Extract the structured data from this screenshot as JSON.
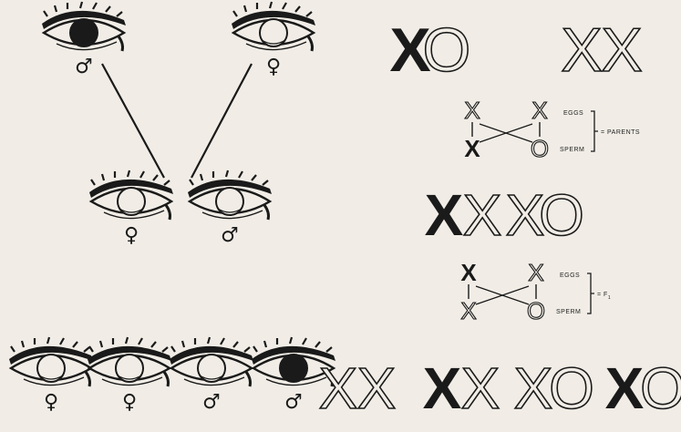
{
  "colors": {
    "ink": "#1a1a1a",
    "paper": "#f1ede6",
    "outline_fill": "#f1ede6"
  },
  "top": {
    "left_eye": {
      "sex": "male",
      "sex_symbol": "♂",
      "iris": "dark",
      "chromosomes": "XO"
    },
    "right_eye": {
      "sex": "female",
      "sex_symbol": "♀",
      "iris": "light",
      "chromosomes": "XX"
    },
    "left_chrom": [
      {
        "char": "X",
        "style": "solid"
      },
      {
        "char": "O",
        "style": "outline"
      }
    ],
    "right_chrom": [
      {
        "char": "X",
        "style": "outline"
      },
      {
        "char": "X",
        "style": "outline"
      }
    ]
  },
  "cross1": {
    "eggs_label": "EGGS",
    "sperm_label": "SPERM",
    "bracket_label": "= PARENTS",
    "left_top": {
      "char": "X",
      "style": "thin"
    },
    "left_bottom": {
      "char": "X",
      "style": "solid"
    },
    "right_top": {
      "char": "X",
      "style": "thin"
    },
    "right_bottom": {
      "char": "O",
      "style": "thin"
    }
  },
  "f1": {
    "eyes": [
      {
        "sex": "female",
        "sex_symbol": "♀",
        "iris": "light"
      },
      {
        "sex": "male",
        "sex_symbol": "♂",
        "iris": "light"
      }
    ],
    "genotypes": [
      [
        {
          "char": "X",
          "style": "solid"
        },
        {
          "char": "X",
          "style": "outline"
        }
      ],
      [
        {
          "char": "X",
          "style": "outline"
        },
        {
          "char": "O",
          "style": "outline"
        }
      ]
    ]
  },
  "cross2": {
    "eggs_label": "EGGS",
    "sperm_label": "SPERM",
    "bracket_label": "= F",
    "bracket_subscript": "1",
    "left_top": {
      "char": "X",
      "style": "solid"
    },
    "left_bottom": {
      "char": "X",
      "style": "thin"
    },
    "right_top": {
      "char": "X",
      "style": "thin"
    },
    "right_bottom": {
      "char": "O",
      "style": "thin"
    }
  },
  "f2": {
    "eyes": [
      {
        "sex": "female",
        "sex_symbol": "♀",
        "iris": "light"
      },
      {
        "sex": "female",
        "sex_symbol": "♀",
        "iris": "light"
      },
      {
        "sex": "male",
        "sex_symbol": "♂",
        "iris": "light"
      },
      {
        "sex": "male",
        "sex_symbol": "♂",
        "iris": "dark"
      }
    ],
    "genotypes": [
      [
        {
          "char": "X",
          "style": "outline"
        },
        {
          "char": "X",
          "style": "outline"
        }
      ],
      [
        {
          "char": "X",
          "style": "solid"
        },
        {
          "char": "X",
          "style": "outline"
        }
      ],
      [
        {
          "char": "X",
          "style": "outline"
        },
        {
          "char": "O",
          "style": "outline"
        }
      ],
      [
        {
          "char": "X",
          "style": "solid"
        },
        {
          "char": "O",
          "style": "outline"
        }
      ]
    ]
  }
}
